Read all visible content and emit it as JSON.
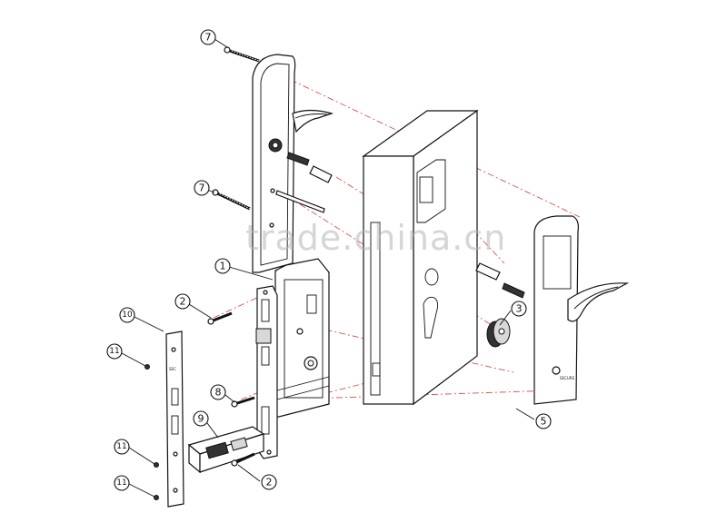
{
  "watermark": "trade.china.cn",
  "callouts": [
    {
      "label": "7",
      "name": "callout-7-top"
    },
    {
      "label": "7",
      "name": "callout-7-middle"
    },
    {
      "label": "1",
      "name": "callout-1"
    },
    {
      "label": "2",
      "name": "callout-2-top"
    },
    {
      "label": "10",
      "name": "callout-10"
    },
    {
      "label": "11",
      "name": "callout-11-top"
    },
    {
      "label": "8",
      "name": "callout-8"
    },
    {
      "label": "9",
      "name": "callout-9"
    },
    {
      "label": "11",
      "name": "callout-11-middle"
    },
    {
      "label": "2",
      "name": "callout-2-bottom"
    },
    {
      "label": "11",
      "name": "callout-11-bottom"
    },
    {
      "label": "3",
      "name": "callout-3"
    },
    {
      "label": "5",
      "name": "callout-5"
    }
  ]
}
